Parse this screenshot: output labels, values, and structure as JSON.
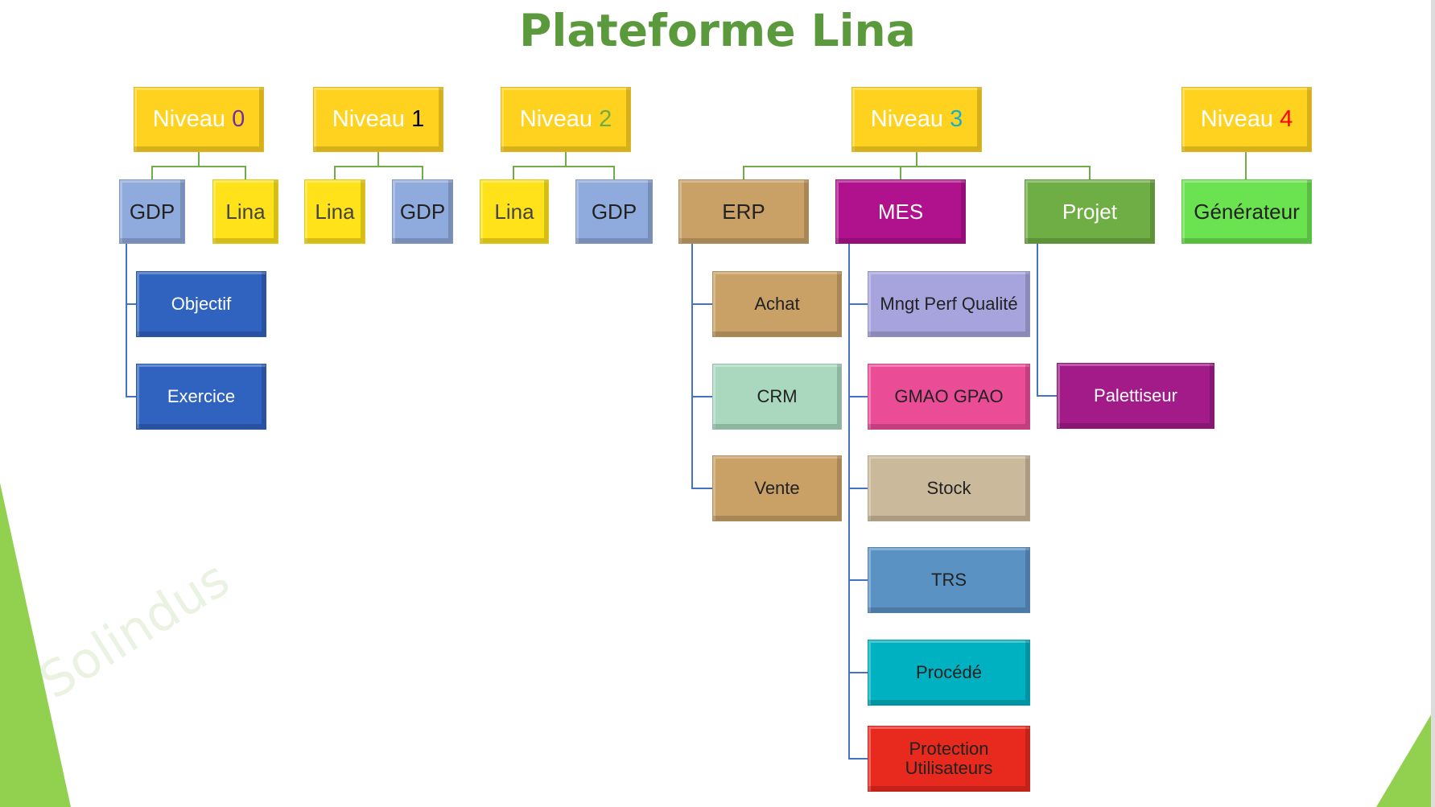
{
  "title": "Plateforme Lina",
  "watermark": "Solindus",
  "colors": {
    "title": "#5b9a3c",
    "connector_green": "#70ad47",
    "connector_blue": "#4472c4",
    "gold": "#ffd21f",
    "yellow": "#ffe21a",
    "periwinkle": "#8faadc",
    "navy": "#3062c0",
    "tan": "#c9a066",
    "magenta": "#b0128e",
    "green": "#6fae45",
    "lime": "#6be24f",
    "lilac": "#a7a4dd",
    "pink": "#ea4c96",
    "beige": "#cbb99b",
    "steel": "#5a92c4",
    "teal": "#00b1c1",
    "red": "#e8291e",
    "mint": "#a9d8bf",
    "plum": "#a31b89"
  },
  "levels": [
    {
      "label": "Niveau",
      "num": "0",
      "num_color": "#7030a0"
    },
    {
      "label": "Niveau",
      "num": "1",
      "num_color": "#000000"
    },
    {
      "label": "Niveau",
      "num": "2",
      "num_color": "#70ad47"
    },
    {
      "label": "Niveau",
      "num": "3",
      "num_color": "#18b0c8"
    },
    {
      "label": "Niveau",
      "num": "4",
      "num_color": "#ff0000"
    }
  ],
  "nodes": {
    "n0_gdp": "GDP",
    "n0_lina": "Lina",
    "n1_lina": "Lina",
    "n1_gdp": "GDP",
    "n2_lina": "Lina",
    "n2_gdp": "GDP",
    "erp": "ERP",
    "mes": "MES",
    "projet": "Projet",
    "generateur": "Générateur",
    "objectif": "Objectif",
    "exercice": "Exercice",
    "achat": "Achat",
    "crm": "CRM",
    "vente": "Vente",
    "mngt": "Mngt Perf Qualité",
    "gmao": "GMAO GPAO",
    "stock": "Stock",
    "trs": "TRS",
    "procede": "Procédé",
    "protection": "Protection Utilisateurs",
    "palettiseur": "Palettiseur"
  }
}
